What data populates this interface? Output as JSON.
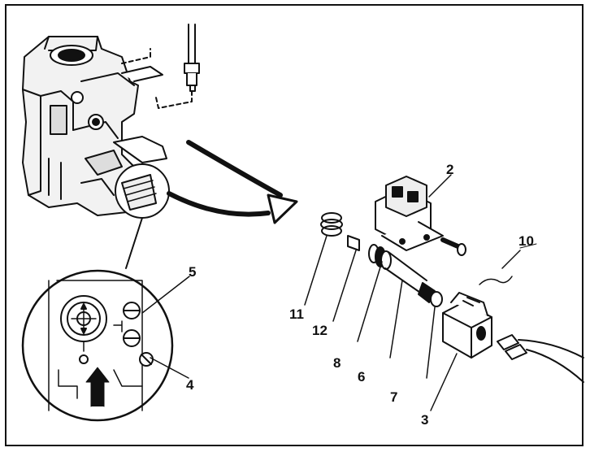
{
  "callouts": {
    "n2": "2",
    "n3": "3",
    "n4": "4",
    "n5": "5",
    "n6": "6",
    "n7": "7",
    "n8": "8",
    "n10": "10",
    "n11": "11",
    "n12": "12"
  },
  "colors": {
    "ink": "#111111",
    "paper": "#ffffff"
  }
}
